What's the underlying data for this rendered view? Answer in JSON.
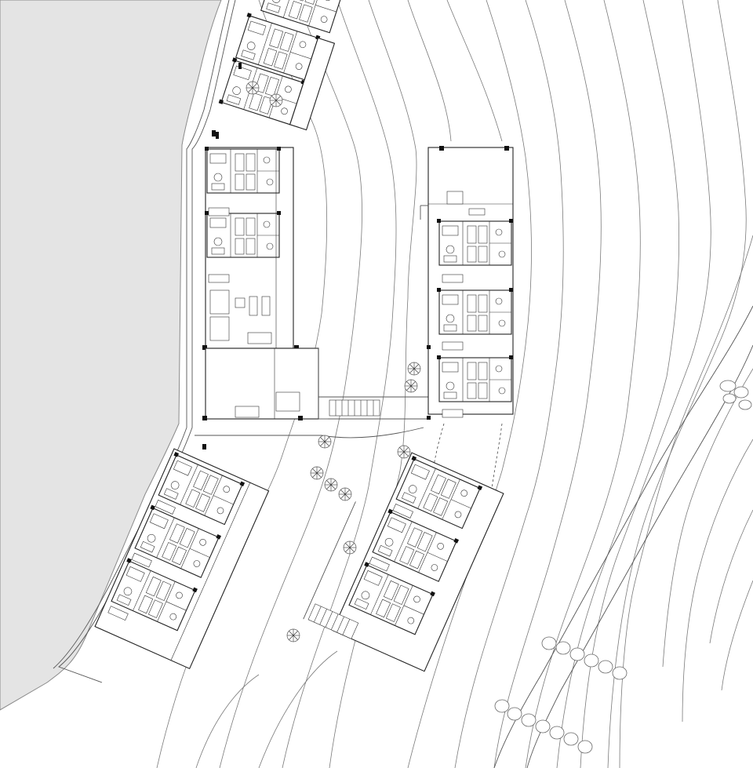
{
  "plan": {
    "title": "",
    "blocks": [
      {
        "id": "block-north-west",
        "rooms": 3
      },
      {
        "id": "block-west",
        "rooms": 3
      },
      {
        "id": "block-east",
        "rooms": 4
      },
      {
        "id": "block-south-west",
        "rooms": 3
      },
      {
        "id": "block-south-east",
        "rooms": 3
      }
    ]
  },
  "colors": {
    "water": "#e4e4e4",
    "contour": "#7a7a7a",
    "wall": "#222222"
  }
}
